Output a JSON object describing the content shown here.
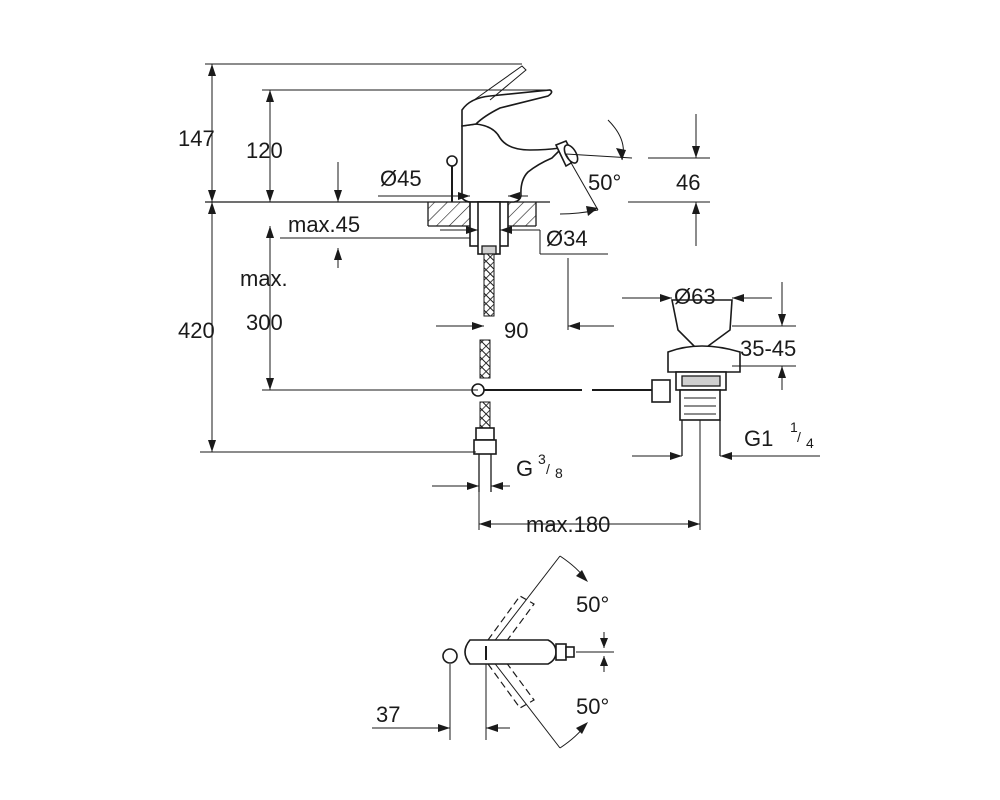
{
  "labels": {
    "d147": "147",
    "d120": "120",
    "d45dia": "Ø45",
    "dmax45": "max.45",
    "d50top": "50°",
    "d46": "46",
    "d34": "Ø34",
    "dmax": "max.",
    "d300": "300",
    "d420": "420",
    "d90": "90",
    "d63": "Ø63",
    "d3545": "35-45",
    "g1_main": "G1",
    "g1_sup": "1",
    "g1_sub": "4",
    "g38_main": "G",
    "g38_sup": "3",
    "g38_sub": "8",
    "dmax180": "max.180",
    "d50a": "50°",
    "d50b": "50°",
    "d37": "37"
  },
  "colors": {
    "line": "#1a1a1a",
    "hatch_fill": "#cfcfcf",
    "background": "#ffffff"
  }
}
